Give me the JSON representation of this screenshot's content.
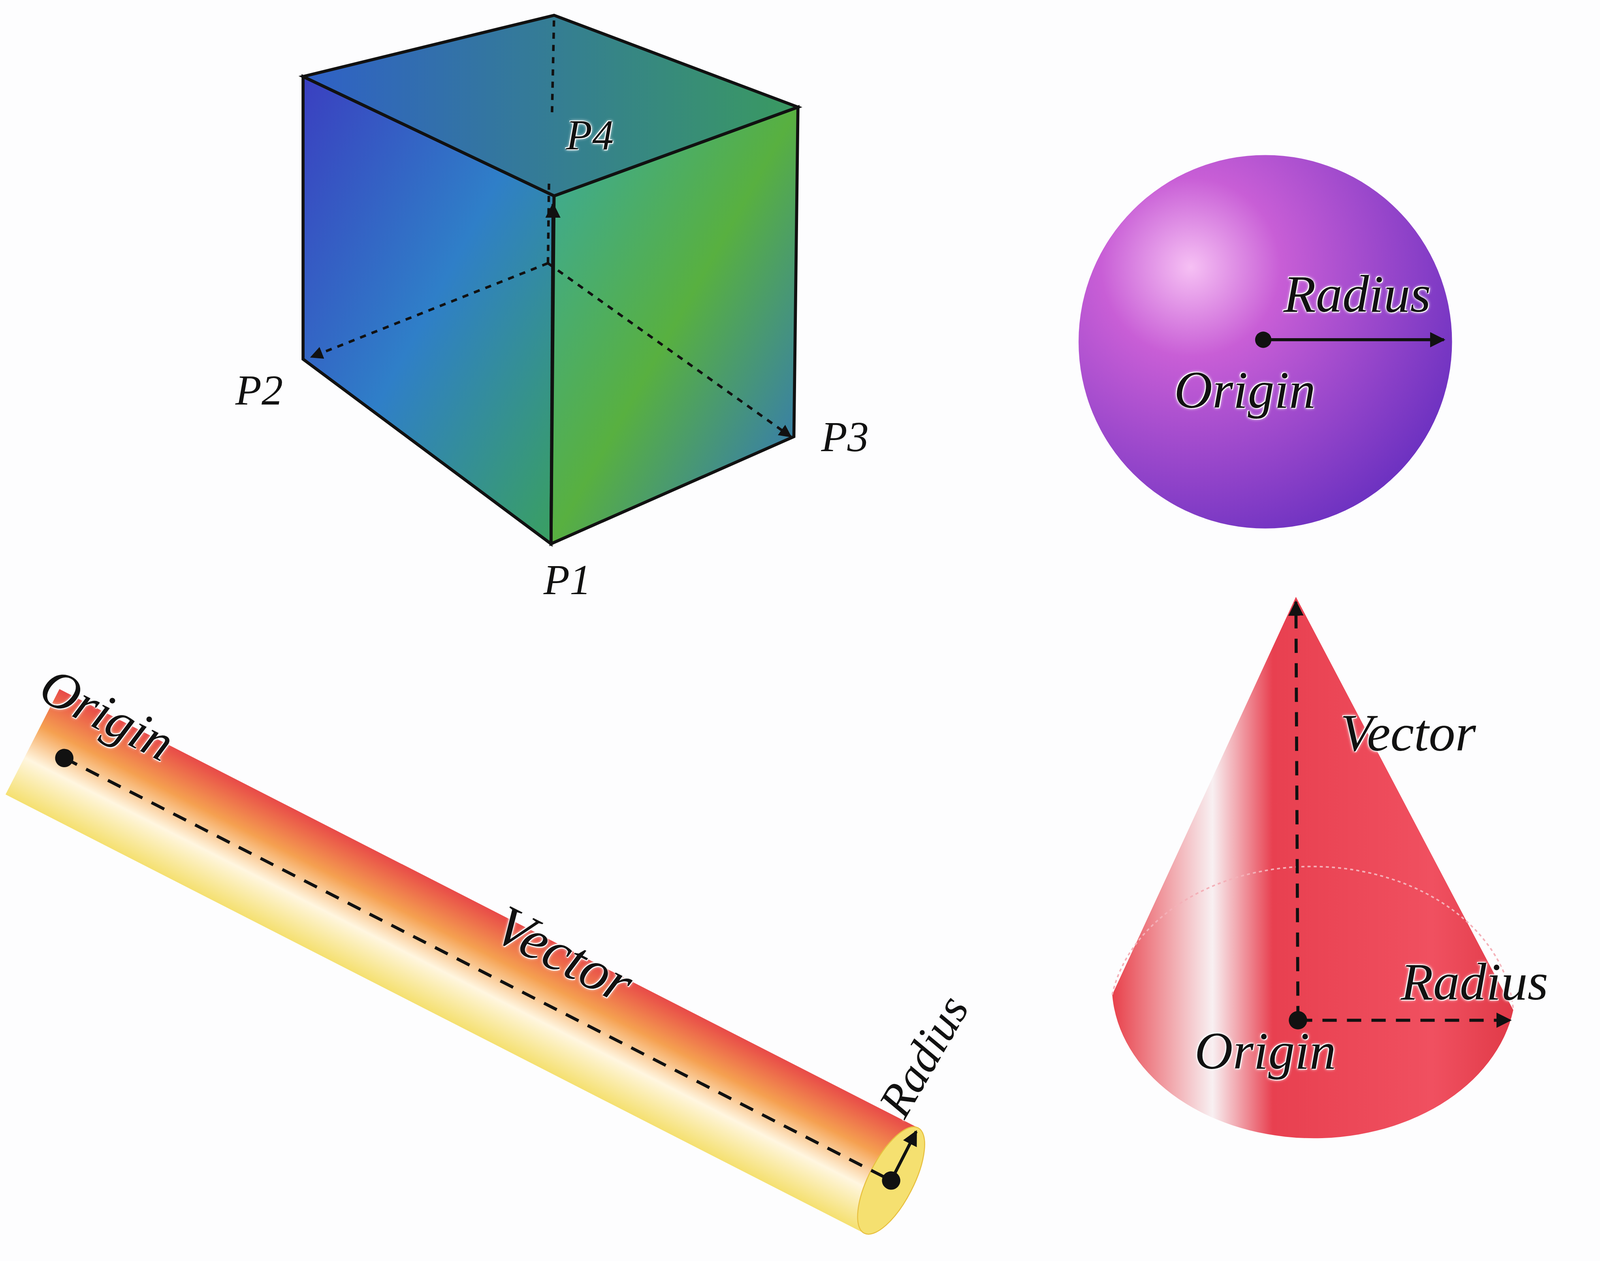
{
  "diagram": {
    "labels": [
      "P4",
      "P2",
      "P3",
      "P1",
      "Radius",
      "Origin",
      "Origin",
      "Vector",
      "Radius",
      "Vector",
      "Radius",
      "Origin"
    ]
  }
}
